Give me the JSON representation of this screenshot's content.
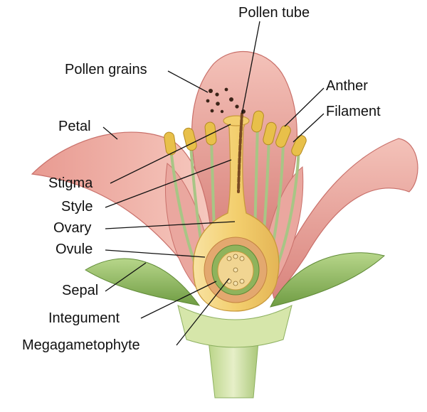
{
  "labels": {
    "pollen_tube": "Pollen tube",
    "pollen_grains": "Pollen grains",
    "anther": "Anther",
    "filament": "Filament",
    "petal": "Petal",
    "stigma": "Stigma",
    "style": "Style",
    "ovary": "Ovary",
    "ovule": "Ovule",
    "sepal": "Sepal",
    "integument": "Integument",
    "megagametophyte": "Megagametophyte"
  },
  "colors": {
    "petal": "#e9a39b",
    "petal_edge": "#c9706a",
    "pistil": "#f5d27a",
    "pistil_edge": "#c99a3c",
    "ovary_cavity": "#e3a86f",
    "ovule": "#f1d592",
    "integument": "#8fb35c",
    "anther": "#e8c04a",
    "filament": "#a8c585",
    "sepal": "#9cc36f",
    "stem": "#cfe0a6",
    "pollen": "#3b2418"
  }
}
